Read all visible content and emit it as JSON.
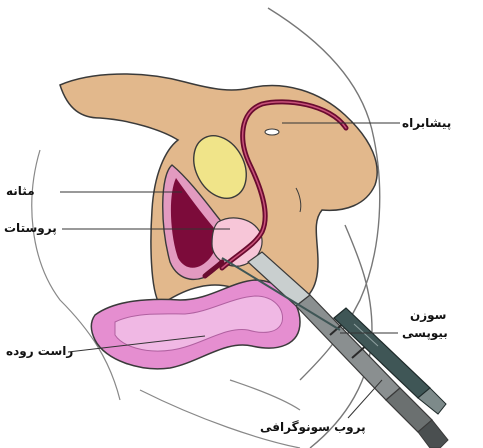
{
  "labels": {
    "urethra": "پیشابراه",
    "bladder": "مثانه",
    "prostate": "پروستات",
    "rectum": "راست روده",
    "needle_line1": "سوزن",
    "needle_line2": "بیوپسی",
    "probe": "پروب سونوگرافی"
  },
  "colors": {
    "body_tan": "#e2b88c",
    "bladder_wall": "#e39ac0",
    "bladder_inner": "#7c0b3a",
    "prostate": "#f7c6d8",
    "rectum": "#e58ed0",
    "rectum_inner": "#f0b8e4",
    "bone": "#f0e489",
    "needle": "#3f5656",
    "probe": "#8a8f90",
    "outline": "#3a3a3a"
  }
}
